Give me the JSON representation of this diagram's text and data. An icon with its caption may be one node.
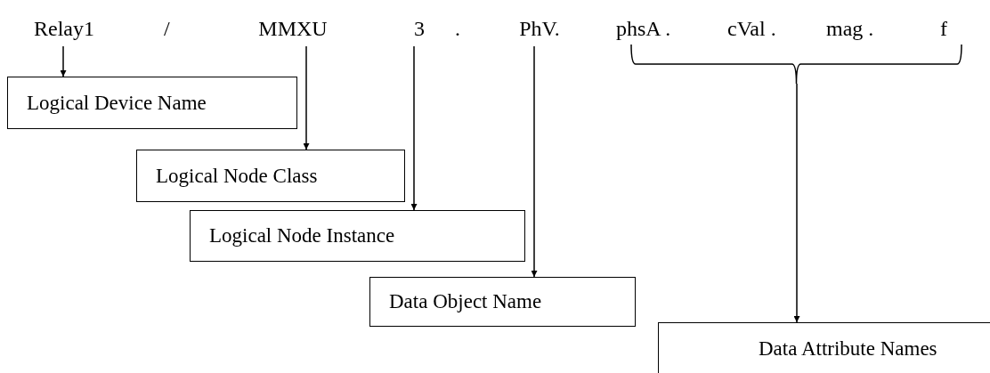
{
  "diagram": {
    "nodes": [
      {
        "text": [
          "Relay1"
        ]
      },
      {
        "text": [
          "MMXU"
        ]
      },
      {
        "text": [
          "3"
        ]
      },
      {
        "text": [
          "PhV."
        ]
      },
      {
        "text": [],
        "shape": "bracket"
      },
      {
        "text": [
          "Logical Device Name"
        ]
      },
      {
        "text": [
          "Logical Node Class"
        ]
      },
      {
        "text": [
          "Logical Node Instance"
        ]
      },
      {
        "text": [
          "Data Object Name"
        ]
      },
      {
        "text": [
          "Data Attribute Names"
        ]
      }
    ],
    "edges": [
      {
        "from": 0,
        "to": 5,
        "arrow": "to"
      },
      {
        "from": 1,
        "to": 6,
        "arrow": "to"
      },
      {
        "from": 2,
        "to": 7,
        "arrow": "to"
      },
      {
        "from": 3,
        "to": 8,
        "arrow": "to"
      },
      {
        "from": 4,
        "to": 9,
        "arrow": "to"
      }
    ],
    "labels": [
      "/",
      ".",
      "phsA .",
      "cVal .",
      "mag .",
      "f"
    ]
  }
}
